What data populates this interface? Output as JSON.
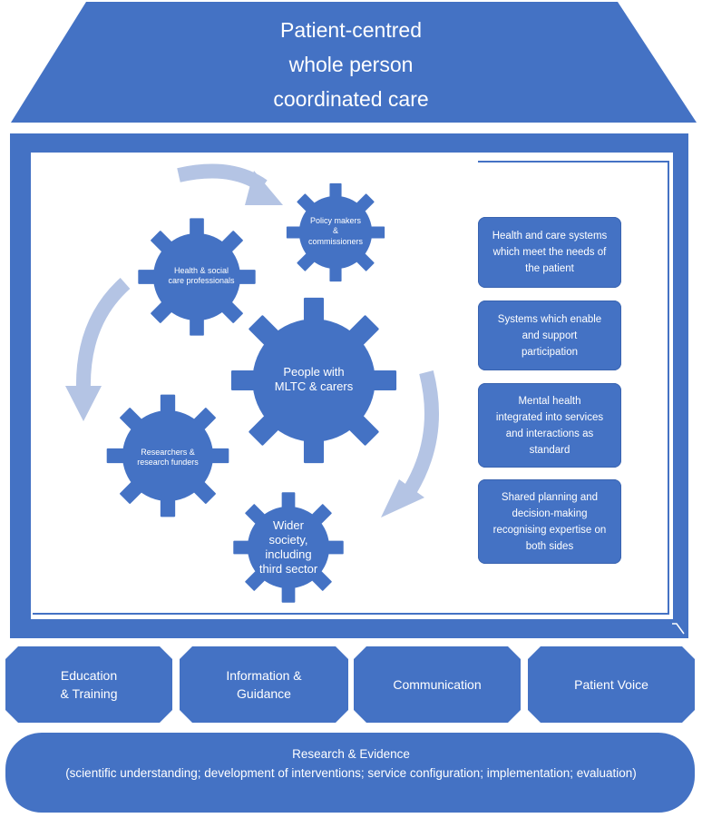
{
  "roof": {
    "line1": "Patient-centred",
    "line2": "whole person",
    "line3": "coordinated care"
  },
  "gears": {
    "policy_1": "Policy makers",
    "policy_2": "&",
    "policy_3": "commissioners",
    "health_1": "Health & social",
    "health_2": "care professionals",
    "people_1": "People with",
    "people_2": "MLTC & carers",
    "research_1": "Researchers &",
    "research_2": "research funders",
    "wider_1": "Wider",
    "wider_2": "society,",
    "wider_3": "including",
    "wider_4": "third sector"
  },
  "boxes": [
    {
      "line1": "Health and care systems",
      "line2": "which meet the needs of",
      "line3": "the patient"
    },
    {
      "line1": "Systems which enable",
      "line2": "and support",
      "line3": "participation"
    },
    {
      "line1": "Mental health",
      "line2": "integrated into services",
      "line3": "and interactions as",
      "line4": "standard"
    },
    {
      "line1": "Shared planning and",
      "line2": "decision-making",
      "line3": "recognising expertise on",
      "line4": "both sides"
    }
  ],
  "pillars": [
    {
      "line1": "Education",
      "line2": "& Training"
    },
    {
      "line1": "Information &",
      "line2": "Guidance"
    },
    {
      "line1": "Communication",
      "line2": ""
    },
    {
      "line1": "Patient Voice",
      "line2": ""
    }
  ],
  "base": {
    "title": "Research & Evidence",
    "subtitle": "(scientific understanding; development of interventions; service configuration; implementation; evaluation)"
  },
  "colors": {
    "primary": "#4472c4",
    "arrow": "#b4c4e4",
    "text": "#ffffff"
  }
}
